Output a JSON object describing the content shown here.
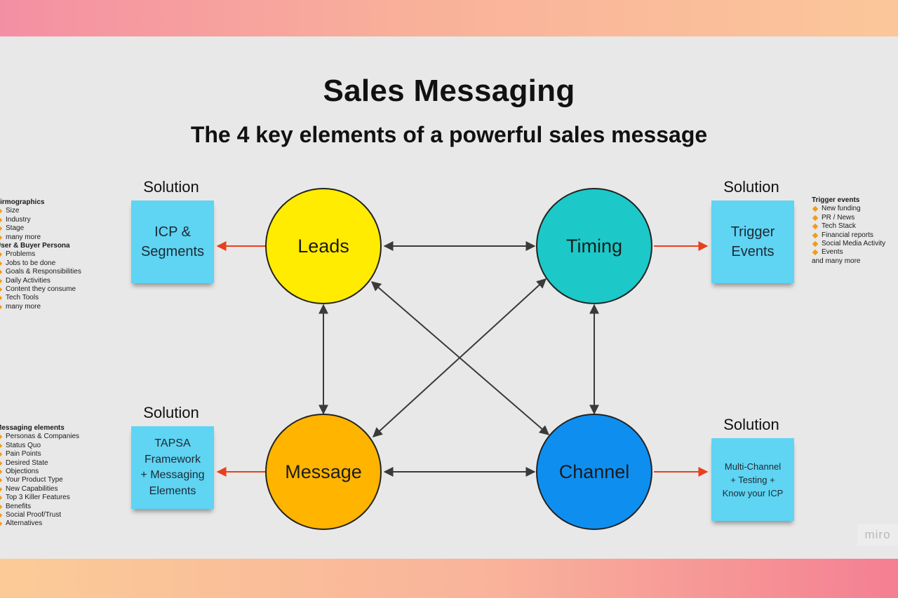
{
  "title": "Sales Messaging",
  "subtitle": "The 4 key elements of a powerful sales message",
  "nodes": {
    "leads": {
      "label": "Leads",
      "color": "#ffec00"
    },
    "timing": {
      "label": "Timing",
      "color": "#1cc8c8"
    },
    "message": {
      "label": "Message",
      "color": "#ffb400"
    },
    "channel": {
      "label": "Channel",
      "color": "#0e8ff0"
    }
  },
  "solutions": {
    "top_left": {
      "heading": "Solution",
      "text": "ICP &\nSegments"
    },
    "top_right": {
      "heading": "Solution",
      "text": "Trigger\nEvents"
    },
    "bottom_left": {
      "heading": "Solution",
      "text": "TAPSA\nFramework\n+ Messaging\nElements"
    },
    "bottom_right": {
      "heading": "Solution",
      "text": "Multi-Channel\n+ Testing +\nKnow your ICP"
    }
  },
  "notes_icp": [
    {
      "type": "head",
      "text": "Firmographics"
    },
    {
      "type": "item",
      "text": "Size"
    },
    {
      "type": "item",
      "text": "Industry"
    },
    {
      "type": "item",
      "text": "Stage"
    },
    {
      "type": "item",
      "text": "many more"
    },
    {
      "type": "head",
      "text": "User & Buyer Persona"
    },
    {
      "type": "item",
      "text": "Problems"
    },
    {
      "type": "item",
      "text": "Jobs to be done"
    },
    {
      "type": "item",
      "text": "Goals & Responsibilities"
    },
    {
      "type": "item",
      "text": "Daily Activities"
    },
    {
      "type": "item",
      "text": "Content they consume"
    },
    {
      "type": "item",
      "text": "Tech Tools"
    },
    {
      "type": "item",
      "text": "many more"
    }
  ],
  "notes_messaging": [
    {
      "type": "head",
      "text": "Messaging elements"
    },
    {
      "type": "item",
      "text": "Personas & Companies"
    },
    {
      "type": "item",
      "text": "Status Quo"
    },
    {
      "type": "item",
      "text": "Pain Points"
    },
    {
      "type": "item",
      "text": "Desired State"
    },
    {
      "type": "item",
      "text": "Objections"
    },
    {
      "type": "item",
      "text": "Your Product Type"
    },
    {
      "type": "item",
      "text": "New Capabilities"
    },
    {
      "type": "item",
      "text": "Top 3 Killer Features"
    },
    {
      "type": "item",
      "text": "Benefits"
    },
    {
      "type": "item",
      "text": "Social Proof/Trust"
    },
    {
      "type": "item",
      "text": "Alternatives"
    }
  ],
  "notes_triggers": [
    {
      "type": "head",
      "text": "Trigger events"
    },
    {
      "type": "item",
      "text": "New funding"
    },
    {
      "type": "item",
      "text": "PR / News"
    },
    {
      "type": "item",
      "text": "Tech Stack"
    },
    {
      "type": "item",
      "text": "Financial reports"
    },
    {
      "type": "item",
      "text": "Social Media Activity"
    },
    {
      "type": "item",
      "text": "Events"
    },
    {
      "type": "plain",
      "text": "and many more"
    }
  ],
  "watermark": "miro",
  "colors": {
    "sticky": "#5fd4f3",
    "connector": "#3a3a3a",
    "arrow_out": "#e8401c",
    "bullet": "#f29a1b"
  }
}
